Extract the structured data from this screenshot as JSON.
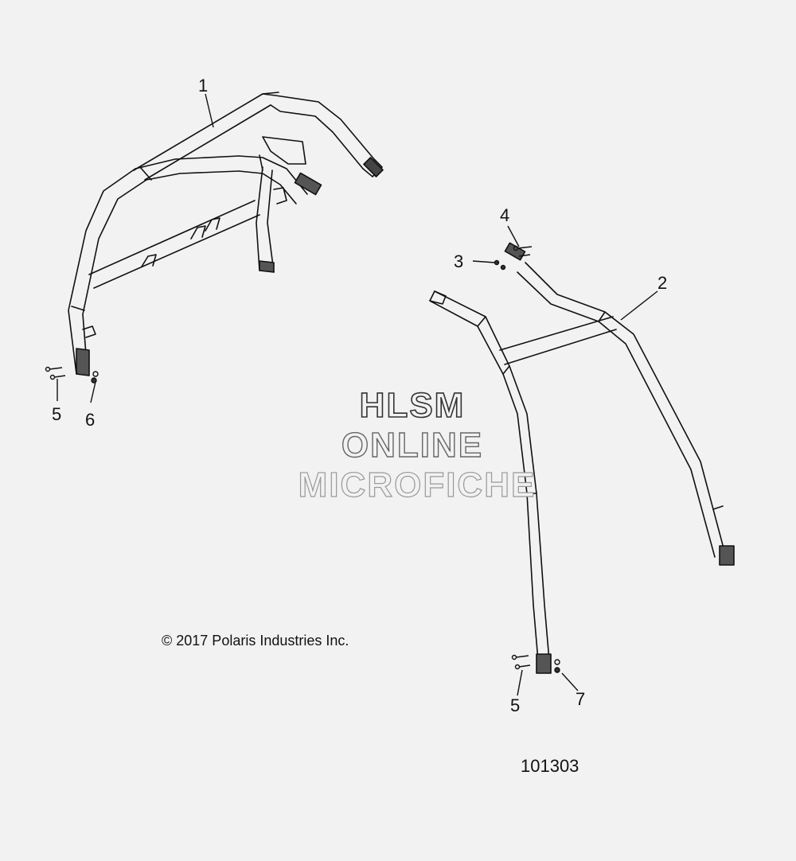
{
  "diagram": {
    "callouts": [
      {
        "id": "c1",
        "label": "1"
      },
      {
        "id": "c2",
        "label": "2"
      },
      {
        "id": "c3",
        "label": "3"
      },
      {
        "id": "c4",
        "label": "4"
      },
      {
        "id": "c5a",
        "label": "5"
      },
      {
        "id": "c6",
        "label": "6"
      },
      {
        "id": "c5b",
        "label": "5"
      },
      {
        "id": "c7",
        "label": "7"
      }
    ],
    "watermark": [
      "HLSM",
      "ONLINE",
      "MICROFICHE"
    ],
    "copyright": "© 2017 Polaris Industries Inc.",
    "part_number": "101303"
  }
}
